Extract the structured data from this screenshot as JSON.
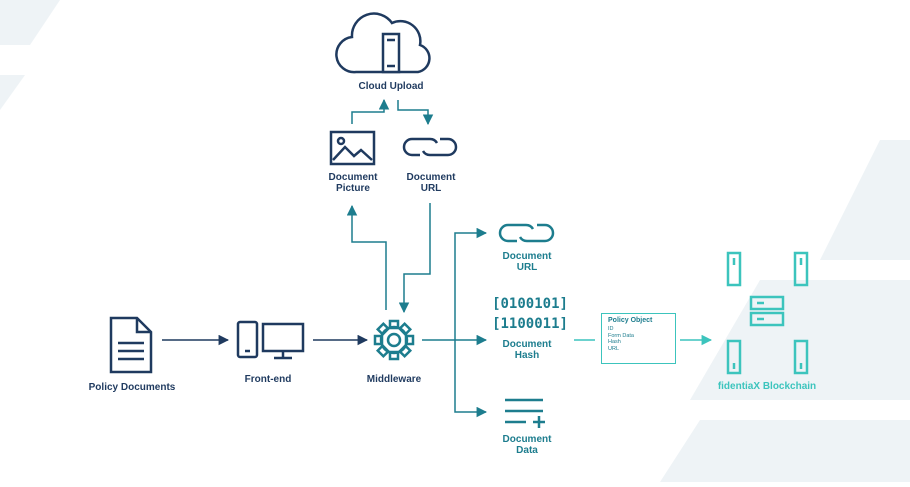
{
  "labels": {
    "cloud_upload": "Cloud Upload",
    "document_picture": [
      "Document",
      "Picture"
    ],
    "document_url_top": [
      "Document",
      "URL"
    ],
    "policy_documents": "Policy Documents",
    "front_end": "Front-end",
    "middleware": "Middleware",
    "document_url_right": [
      "Document",
      "URL"
    ],
    "binary": [
      "[0100101]",
      "[1100011]"
    ],
    "document_hash": [
      "Document",
      "Hash"
    ],
    "document_data": [
      "Document",
      "Data"
    ],
    "blockchain": "fidentiaX Blockchain"
  },
  "policy_object": {
    "title": "Policy Object",
    "fields": [
      "ID",
      "Form Data",
      "Hash",
      "URL"
    ]
  },
  "icons": {
    "cloud": "cloud-server-icon",
    "picture": "image-icon",
    "link": "link-icon",
    "document": "document-icon",
    "devices": "mobile-desktop-icon",
    "gear": "gear-icon",
    "data": "list-plus-icon",
    "blockchain": "blockchain-nodes-icon"
  },
  "colors": {
    "dark": "#1f3a5f",
    "teal": "#1d7d8e",
    "green": "#3cc4bd",
    "background_shape": "#eef3f6"
  }
}
